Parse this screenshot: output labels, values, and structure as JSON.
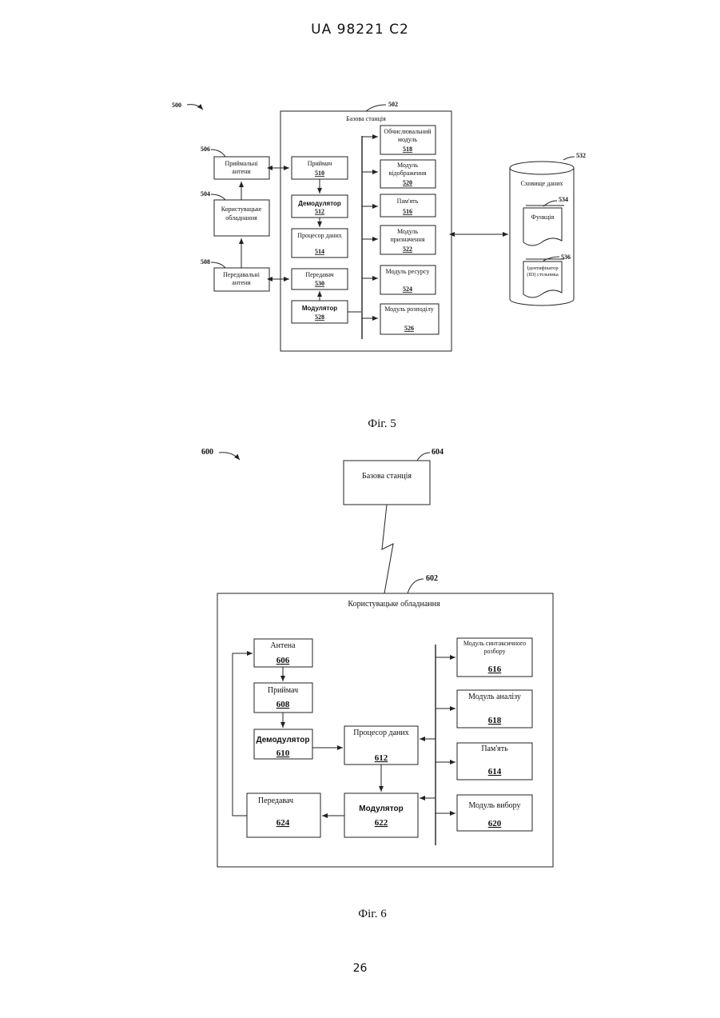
{
  "header": "UA   98221   C2",
  "page_number": "26",
  "fig5": {
    "caption": "Фіг. 5",
    "ref_system": "500",
    "ref_base_station": "502",
    "base_station_title": "Базова станція",
    "rx_antenna": {
      "ref": "506",
      "label1": "Приймальні",
      "label2": "антени"
    },
    "user_equipment": {
      "ref": "504",
      "label1": "Користувацьке",
      "label2": "обладнання"
    },
    "tx_antenna": {
      "ref": "508",
      "label1": "Передавальні",
      "label2": "антени"
    },
    "receiver": {
      "label": "Приймач",
      "num": "510"
    },
    "demodulator": {
      "label": "Демодулятор",
      "num": "512"
    },
    "data_processor": {
      "label": "Процесор даних",
      "num": "514"
    },
    "transmitter": {
      "label": "Передавач",
      "num": "530"
    },
    "modulator": {
      "label": "Модулятор",
      "num": "528"
    },
    "compute_module": {
      "label1": "Обчислювальний",
      "label2": "модуль",
      "num": "518"
    },
    "display_module": {
      "label1": "Модуль",
      "label2": "відображення",
      "num": "520"
    },
    "memory": {
      "label": "Пам'ять",
      "num": "516"
    },
    "assign_module": {
      "label1": "Модуль",
      "label2": "призначення",
      "num": "522"
    },
    "resource_module": {
      "label": "Модуль ресурсу",
      "num": "524"
    },
    "distribution_module": {
      "label": "Модуль розподілу",
      "num": "526"
    },
    "storage": {
      "ref": "532",
      "label": "Сховище даних"
    },
    "function_doc": {
      "ref": "534",
      "label": "Функція"
    },
    "identifier_doc": {
      "ref": "536",
      "label1": "Ідентифікатор",
      "label2": "(ID) стільника"
    }
  },
  "fig6": {
    "caption": "Фіг. 6",
    "ref_system": "600",
    "base_station": {
      "ref": "604",
      "label": "Базова станція"
    },
    "user_equipment": {
      "ref": "602",
      "label": "Користувацьке обладнання"
    },
    "antenna": {
      "label": "Антена",
      "num": "606"
    },
    "receiver": {
      "label": "Приймач",
      "num": "608"
    },
    "demodulator": {
      "label": "Демодулятор",
      "num": "610"
    },
    "data_processor": {
      "label": "Процесор даних",
      "num": "612"
    },
    "modulator": {
      "label": "Модулятор",
      "num": "622"
    },
    "transmitter": {
      "label": "Передавач",
      "num": "624"
    },
    "parse_module": {
      "label1": "Модуль синтаксичного",
      "label2": "розбору",
      "num": "616"
    },
    "analysis_module": {
      "label": "Модуль аналізу",
      "num": "618"
    },
    "memory": {
      "label": "Пам'ять",
      "num": "614"
    },
    "select_module": {
      "label": "Модуль вибору",
      "num": "620"
    }
  }
}
